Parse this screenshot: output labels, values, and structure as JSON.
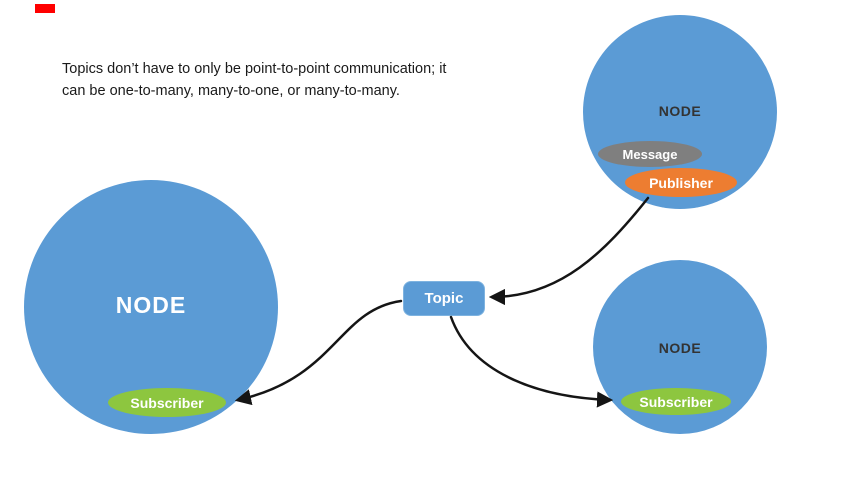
{
  "caption": {
    "text": "Topics don’t have to only be point-to-point communication; it\ncan be one-to-many, many-to-one, or many-to-many."
  },
  "topic_box": {
    "label": "Topic"
  },
  "left_node": {
    "label": "NODE",
    "subscriber_label": "Subscriber"
  },
  "top_right_node": {
    "label": "NODE",
    "message_label": "Message",
    "publisher_label": "Publisher"
  },
  "bottom_right_node": {
    "label": "NODE",
    "subscriber_label": "Subscriber"
  },
  "colors": {
    "node_blue": "#5b9bd5",
    "subscriber_green": "#8dc63f",
    "publisher_orange": "#ed7d31",
    "message_gray": "#7f7f7f",
    "topic_blue": "#5b9bd5",
    "marker_red": "#ff0000",
    "arrow_black": "#151515"
  }
}
